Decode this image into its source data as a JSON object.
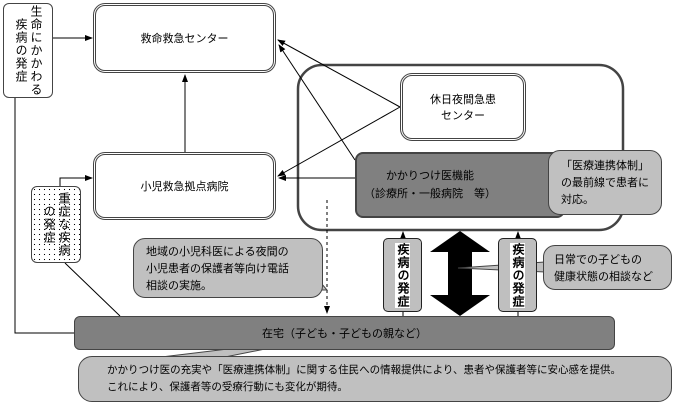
{
  "nodes": {
    "life_threatening": "生命にかかわる疾病の発症",
    "emergency_center": "救命救急センター",
    "pediatric_hospital": "小児救急拠点病院",
    "severe_onset": "重症な疾病の発症",
    "holiday_night_center_1": "休日夜間急患",
    "holiday_night_center_2": "センター",
    "family_doctor_1": "かかりつけ医機能",
    "family_doctor_2": "（診療所・一般病院　等）",
    "onset_left": "疾病の発症",
    "onset_right": "疾病の発症",
    "home": "在宅（子ども・子どもの親など）"
  },
  "callouts": {
    "phone_1": "地域の小児科医による夜間の",
    "phone_2": "小児患者の保護者等向け電話",
    "phone_3": "相談の実施。",
    "frontline_1": "「医療連携体制」",
    "frontline_2": "の最前線で患者に",
    "frontline_3": "対応。",
    "daily_1": "日常での子どもの",
    "daily_2": "健康状態の相談など",
    "bottom_1": "かかりつけ医の充実や「医療連携体制」に関する住民への情報提供により、患者や保護者等に安心感を提供。",
    "bottom_2": "これにより、保護者等の受療行動にも変化が期待。"
  },
  "colors": {
    "dark_fill": "#808080",
    "callout_fill": "#c0c0c0"
  }
}
